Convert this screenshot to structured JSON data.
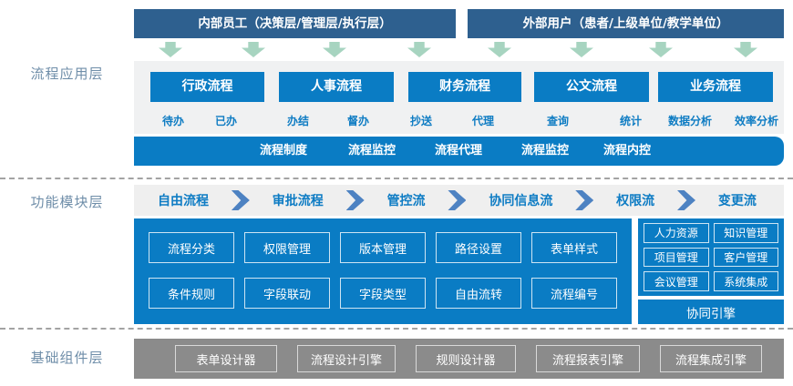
{
  "colors": {
    "header_blue": "#2e608f",
    "primary_blue": "#0a7cc4",
    "arrow_green": "#a7d4c0",
    "chevron_blue": "#4d82c2",
    "strip_gray": "#f0f1f2",
    "bottom_gray": "#8b8b8b",
    "label_slate": "#6f8ea9"
  },
  "layers": [
    {
      "label": "流程应用层"
    },
    {
      "label": "功能模块层"
    },
    {
      "label": "基础组件层"
    }
  ],
  "application_layer": {
    "user_groups": [
      "内部员工（决策层/管理层/执行层）",
      "外部用户（患者/上级单位/教学单位）"
    ],
    "processes": [
      {
        "name": "行政流程",
        "functions": [
          "待办",
          "已办"
        ]
      },
      {
        "name": "人事流程",
        "functions": [
          "办结",
          "督办"
        ]
      },
      {
        "name": "财务流程",
        "functions": [
          "抄送",
          "代理"
        ]
      },
      {
        "name": "公文流程",
        "functions": [
          "查询",
          "统计"
        ]
      },
      {
        "name": "业务流程",
        "functions": [
          "数据分析",
          "效率分析"
        ]
      }
    ],
    "governance_bar": [
      "流程制度",
      "流程监控",
      "流程代理",
      "流程监控",
      "流程内控"
    ]
  },
  "module_layer": {
    "flow_sequence": [
      "自由流程",
      "审批流程",
      "管控流",
      "协同信息流",
      "权限流",
      "变更流"
    ],
    "module_grid": [
      [
        "流程分类",
        "权限管理",
        "版本管理",
        "路径设置",
        "表单样式"
      ],
      [
        "条件规则",
        "字段联动",
        "字段类型",
        "自由流转",
        "流程编号"
      ]
    ],
    "integrations": [
      "人力资源",
      "知识管理",
      "项目管理",
      "客户管理",
      "会议管理",
      "系统集成"
    ],
    "engine_bar": "协同引擎"
  },
  "component_layer": {
    "components": [
      "表单设计器",
      "流程设计引擎",
      "规则设计器",
      "流程报表引擎",
      "流程集成引擎"
    ]
  }
}
